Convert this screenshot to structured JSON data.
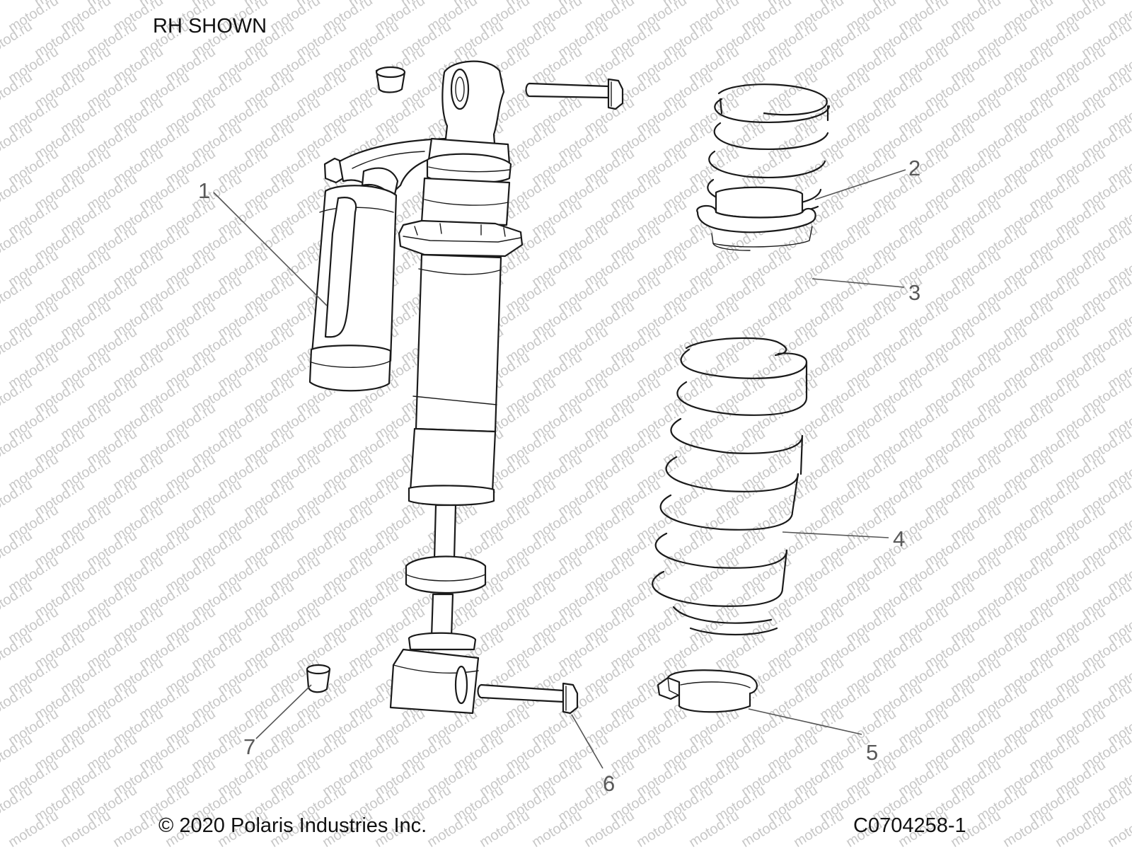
{
  "header": {
    "view_note": "RH SHOWN"
  },
  "footer": {
    "copyright": "© 2020 Polaris Industries Inc.",
    "figure_id": "C0704258-1"
  },
  "watermark": {
    "text": "motod.ru"
  },
  "callouts": [
    {
      "number": "1",
      "part": "shock-absorber"
    },
    {
      "number": "2",
      "part": "upper-spring"
    },
    {
      "number": "3",
      "part": "spring-adapter"
    },
    {
      "number": "4",
      "part": "main-spring"
    },
    {
      "number": "5",
      "part": "lower-spring-seat"
    },
    {
      "number": "6",
      "part": "mounting-bolt"
    },
    {
      "number": "7",
      "part": "bushing"
    }
  ],
  "colors": {
    "line": "#1a1a1a",
    "callout": "#595959",
    "watermark": "#c8c8c8",
    "background": "#ffffff"
  }
}
